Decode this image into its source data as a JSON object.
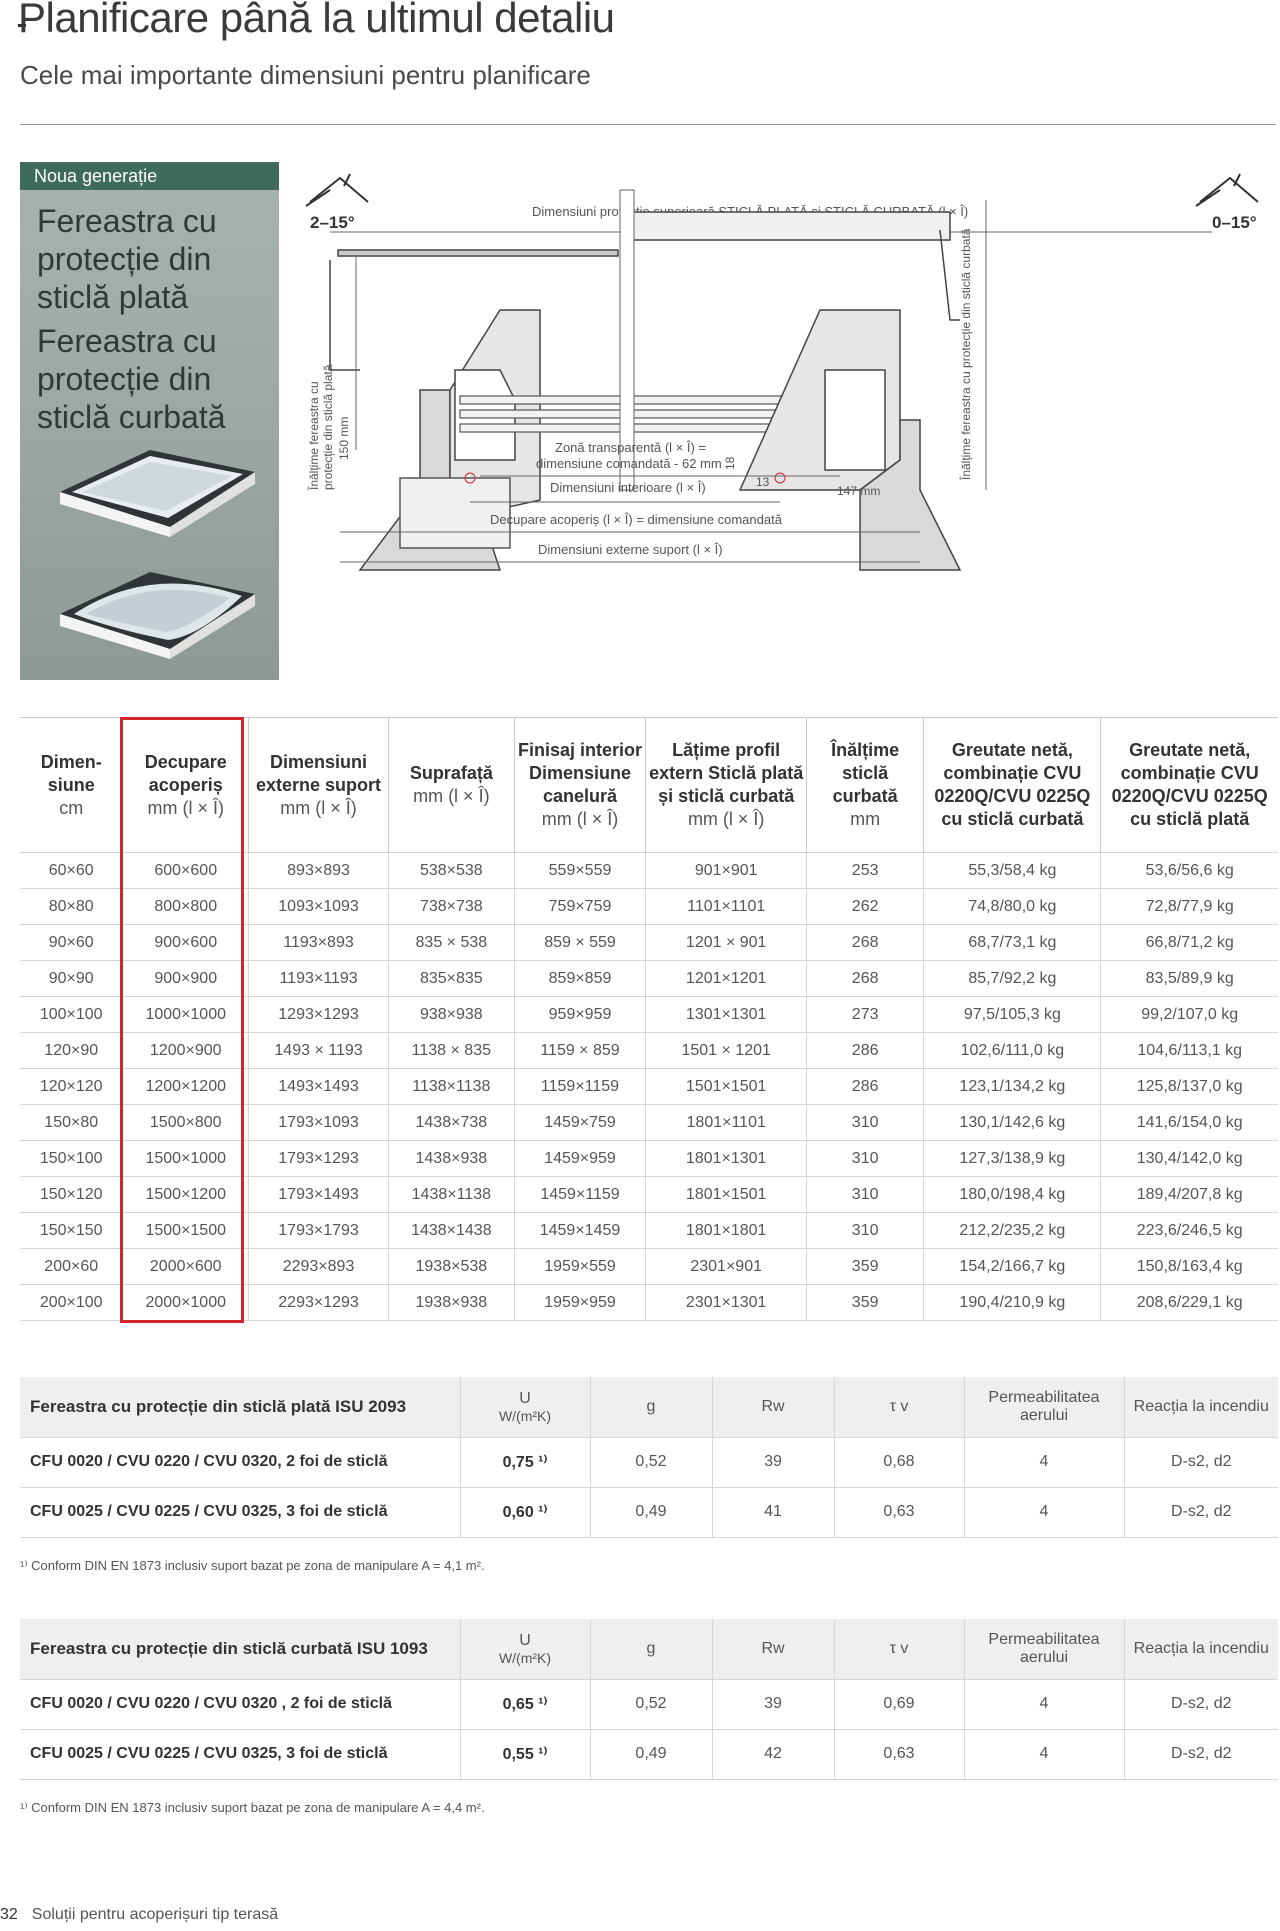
{
  "page": {
    "title": "Planificare până la ultimul detaliu",
    "subtitle": "Cele mai importante dimensiuni pentru planificare"
  },
  "hero": {
    "badge": "Noua generație",
    "title_line1": "Fereastra cu protecție din sticlă plată",
    "title_line2": "Fereastra cu protecție din sticlă curbată"
  },
  "diagram": {
    "angle_left": "2–15°",
    "angle_right": "0–15°",
    "top_dimension": "Dimensiuni protecție superioară STICLĂ PLATĂ și STICLĂ CURBATĂ (l × Î)",
    "left_vertical_line1": "Înălțime fereastra cu",
    "left_vertical_line2": "protecție din sticlă plată",
    "left_vertical_value": "150 mm",
    "right_vertical": "Înălțime fereastra cu protecție din sticlă curbată",
    "transparent_zone_line1": "Zonă transparentă (l × Î) =",
    "transparent_zone_line2": "dimensiune comandată - 62 mm",
    "interior": "Dimensiuni interioare (l × Î)",
    "cutout": "Decupare acoperiș (l × Î) = dimensiune comandată",
    "external": "Dimensiuni externe suport (l × Î)",
    "dim_18": "18",
    "dim_13": "13",
    "dim_147": "147 mm"
  },
  "main_table": {
    "headers": [
      {
        "title": "Dimen-siune",
        "unit": "cm"
      },
      {
        "title": "Decupare acoperiș",
        "unit": "mm (l × Î)"
      },
      {
        "title": "Dimensiuni externe suport",
        "unit": "mm (l × Î)"
      },
      {
        "title": "Suprafață",
        "unit": "mm (l × Î)"
      },
      {
        "title": "Finisaj interior Dimensiune canelură",
        "unit": "mm (l × Î)"
      },
      {
        "title": "Lățime profil extern Sticlă plată și sticlă curbată",
        "unit": "mm (l × Î)"
      },
      {
        "title": "Înălțime sticlă curbată",
        "unit": "mm"
      },
      {
        "title": "Greutate netă, combinație CVU 0220Q/CVU 0225Q cu sticlă curbată",
        "unit": ""
      },
      {
        "title": "Greutate netă, combinație CVU 0220Q/CVU 0225Q cu sticlă plată",
        "unit": ""
      }
    ],
    "rows": [
      [
        "60×60",
        "600×600",
        "893×893",
        "538×538",
        "559×559",
        "901×901",
        "253",
        "55,3/58,4 kg",
        "53,6/56,6 kg"
      ],
      [
        "80×80",
        "800×800",
        "1093×1093",
        "738×738",
        "759×759",
        "1101×1101",
        "262",
        "74,8/80,0 kg",
        "72,8/77,9 kg"
      ],
      [
        "90×60",
        "900×600",
        "1193×893",
        "835 × 538",
        "859 × 559",
        "1201 × 901",
        "268",
        "68,7/73,1 kg",
        "66,8/71,2 kg"
      ],
      [
        "90×90",
        "900×900",
        "1193×1193",
        "835×835",
        "859×859",
        "1201×1201",
        "268",
        "85,7/92,2 kg",
        "83,5/89,9 kg"
      ],
      [
        "100×100",
        "1000×1000",
        "1293×1293",
        "938×938",
        "959×959",
        "1301×1301",
        "273",
        "97,5/105,3 kg",
        "99,2/107,0 kg"
      ],
      [
        "120×90",
        "1200×900",
        "1493 × 1193",
        "1138 × 835",
        "1159 × 859",
        "1501 × 1201",
        "286",
        "102,6/111,0 kg",
        "104,6/113,1 kg"
      ],
      [
        "120×120",
        "1200×1200",
        "1493×1493",
        "1138×1138",
        "1159×1159",
        "1501×1501",
        "286",
        "123,1/134,2 kg",
        "125,8/137,0 kg"
      ],
      [
        "150×80",
        "1500×800",
        "1793×1093",
        "1438×738",
        "1459×759",
        "1801×1101",
        "310",
        "130,1/142,6 kg",
        "141,6/154,0 kg"
      ],
      [
        "150×100",
        "1500×1000",
        "1793×1293",
        "1438×938",
        "1459×959",
        "1801×1301",
        "310",
        "127,3/138,9 kg",
        "130,4/142,0 kg"
      ],
      [
        "150×120",
        "1500×1200",
        "1793×1493",
        "1438×1138",
        "1459×1159",
        "1801×1501",
        "310",
        "180,0/198,4 kg",
        "189,4/207,8 kg"
      ],
      [
        "150×150",
        "1500×1500",
        "1793×1793",
        "1438×1438",
        "1459×1459",
        "1801×1801",
        "310",
        "212,2/235,2 kg",
        "223,6/246,5 kg"
      ],
      [
        "200×60",
        "2000×600",
        "2293×893",
        "1938×538",
        "1959×559",
        "2301×901",
        "359",
        "154,2/166,7 kg",
        "150,8/163,4 kg"
      ],
      [
        "200×100",
        "2000×1000",
        "2293×1293",
        "1938×938",
        "1959×959",
        "2301×1301",
        "359",
        "190,4/210,9 kg",
        "208,6/229,1 kg"
      ]
    ]
  },
  "spec_flat": {
    "title": "Fereastra cu protecție din sticlă plată ISU 2093",
    "col_u": "U",
    "col_u_unit": "W/(m²K)",
    "col_g": "g",
    "col_rw": "Rw",
    "col_tv": "τ v",
    "col_perm": "Permeabilitatea aerului",
    "col_fire": "Reacția la incendiu",
    "rows": [
      [
        "CFU 0020 / CVU 0220 / CVU 0320, 2 foi de sticlă",
        "0,75 ¹⁾",
        "0,52",
        "39",
        "0,68",
        "4",
        "D-s2, d2"
      ],
      [
        "CFU 0025 / CVU 0225 / CVU 0325, 3 foi de sticlă",
        "0,60 ¹⁾",
        "0,49",
        "41",
        "0,63",
        "4",
        "D-s2, d2"
      ]
    ],
    "footnote": "¹⁾ Conform DIN EN 1873 inclusiv suport bazat pe zona de manipulare A = 4,1 m²."
  },
  "spec_curved": {
    "title": "Fereastra cu protecție din sticlă curbată ISU 1093",
    "col_u": "U",
    "col_u_unit": "W/(m²K)",
    "col_g": "g",
    "col_rw": "Rw",
    "col_tv": "τ v",
    "col_perm": "Permeabilitatea aerului",
    "col_fire": "Reacția la incendiu",
    "rows": [
      [
        "CFU 0020 / CVU 0220 / CVU 0320 , 2 foi de sticlă",
        "0,65 ¹⁾",
        "0,52",
        "39",
        "0,69",
        "4",
        "D-s2, d2"
      ],
      [
        "CFU 0025 / CVU 0225 / CVU 0325, 3 foi de sticlă",
        "0,55 ¹⁾",
        "0,49",
        "42",
        "0,63",
        "4",
        "D-s2, d2"
      ]
    ],
    "footnote": "¹⁾ Conform DIN EN 1873 inclusiv suport bazat pe zona de manipulare A = 4,4 m²."
  },
  "footer": {
    "page_number": "32",
    "text": "Soluții pentru acoperișuri tip terasă"
  },
  "colors": {
    "accent_red": "#d0262c",
    "badge_green": "#3f6b5a"
  }
}
